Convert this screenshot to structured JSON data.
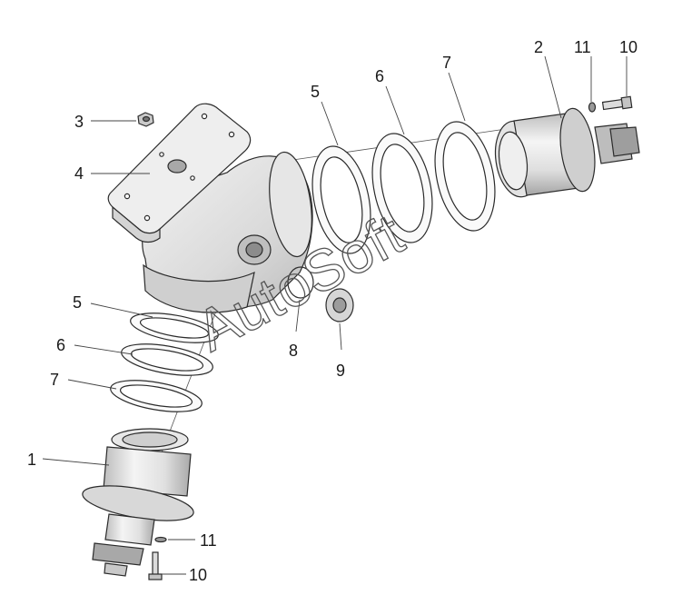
{
  "callouts": {
    "c1": "1",
    "c2": "2",
    "c3": "3",
    "c4": "4",
    "c5_top": "5",
    "c6_top": "6",
    "c7_top": "7",
    "c5_left": "5",
    "c6_left": "6",
    "c7_left": "7",
    "c8": "8",
    "c9": "9",
    "c10_top": "10",
    "c11_top": "11",
    "c10_bottom": "10",
    "c11_bottom": "11"
  },
  "watermark": "AutoSoft",
  "colors": {
    "line": "#2b2b2b",
    "shade": "#d9d9d9",
    "light": "#efefef",
    "background": "#ffffff"
  }
}
